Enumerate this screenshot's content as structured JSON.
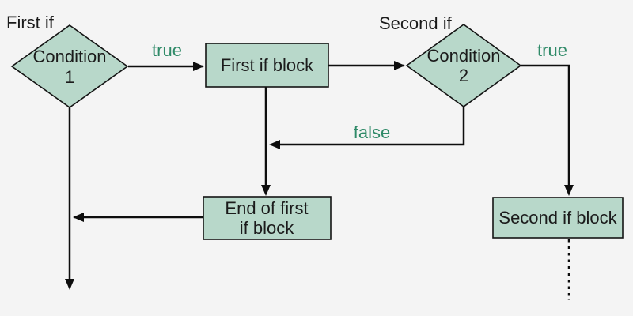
{
  "diagram": {
    "type": "flowchart",
    "background": "#f4f4f4",
    "colors": {
      "node_fill": "#b8d8ca",
      "node_border": "#141414",
      "edge": "#0d0d0d",
      "edge_label": "#2f8a68",
      "text": "#1b1b1b"
    },
    "annotations": {
      "first_if": "First if",
      "second_if": "Second if"
    },
    "nodes": {
      "condition1": {
        "type": "diamond",
        "label": "Condition 1"
      },
      "first_if_block": {
        "type": "rect",
        "label": "First if block"
      },
      "condition2": {
        "type": "diamond",
        "label": "Condition 2"
      },
      "end_first_if_block": {
        "type": "rect",
        "label": "End of first if block"
      },
      "second_if_block": {
        "type": "rect",
        "label": "Second if block"
      }
    },
    "edges": {
      "true1": {
        "from": "condition1",
        "to": "first_if_block",
        "label": "true",
        "style": "solid"
      },
      "fib_to_cond2": {
        "from": "first_if_block",
        "to": "condition2",
        "label": "",
        "style": "solid"
      },
      "true2": {
        "from": "condition2",
        "to": "second_if_block",
        "label": "true",
        "style": "solid"
      },
      "false1": {
        "from": "condition2",
        "to": "end_first_if_block",
        "label": "false",
        "style": "solid"
      },
      "fib_down": {
        "from": "first_if_block",
        "to": "end_first_if_block",
        "label": "",
        "style": "solid"
      },
      "end_to_main": {
        "from": "end_first_if_block",
        "to": "condition1_exit_line",
        "label": "",
        "style": "solid"
      },
      "cond1_down": {
        "from": "condition1",
        "to": "program_continues",
        "label": "",
        "style": "solid"
      },
      "sib_continues": {
        "from": "second_if_block",
        "to": "program_continues",
        "label": "",
        "style": "dotted"
      }
    }
  }
}
